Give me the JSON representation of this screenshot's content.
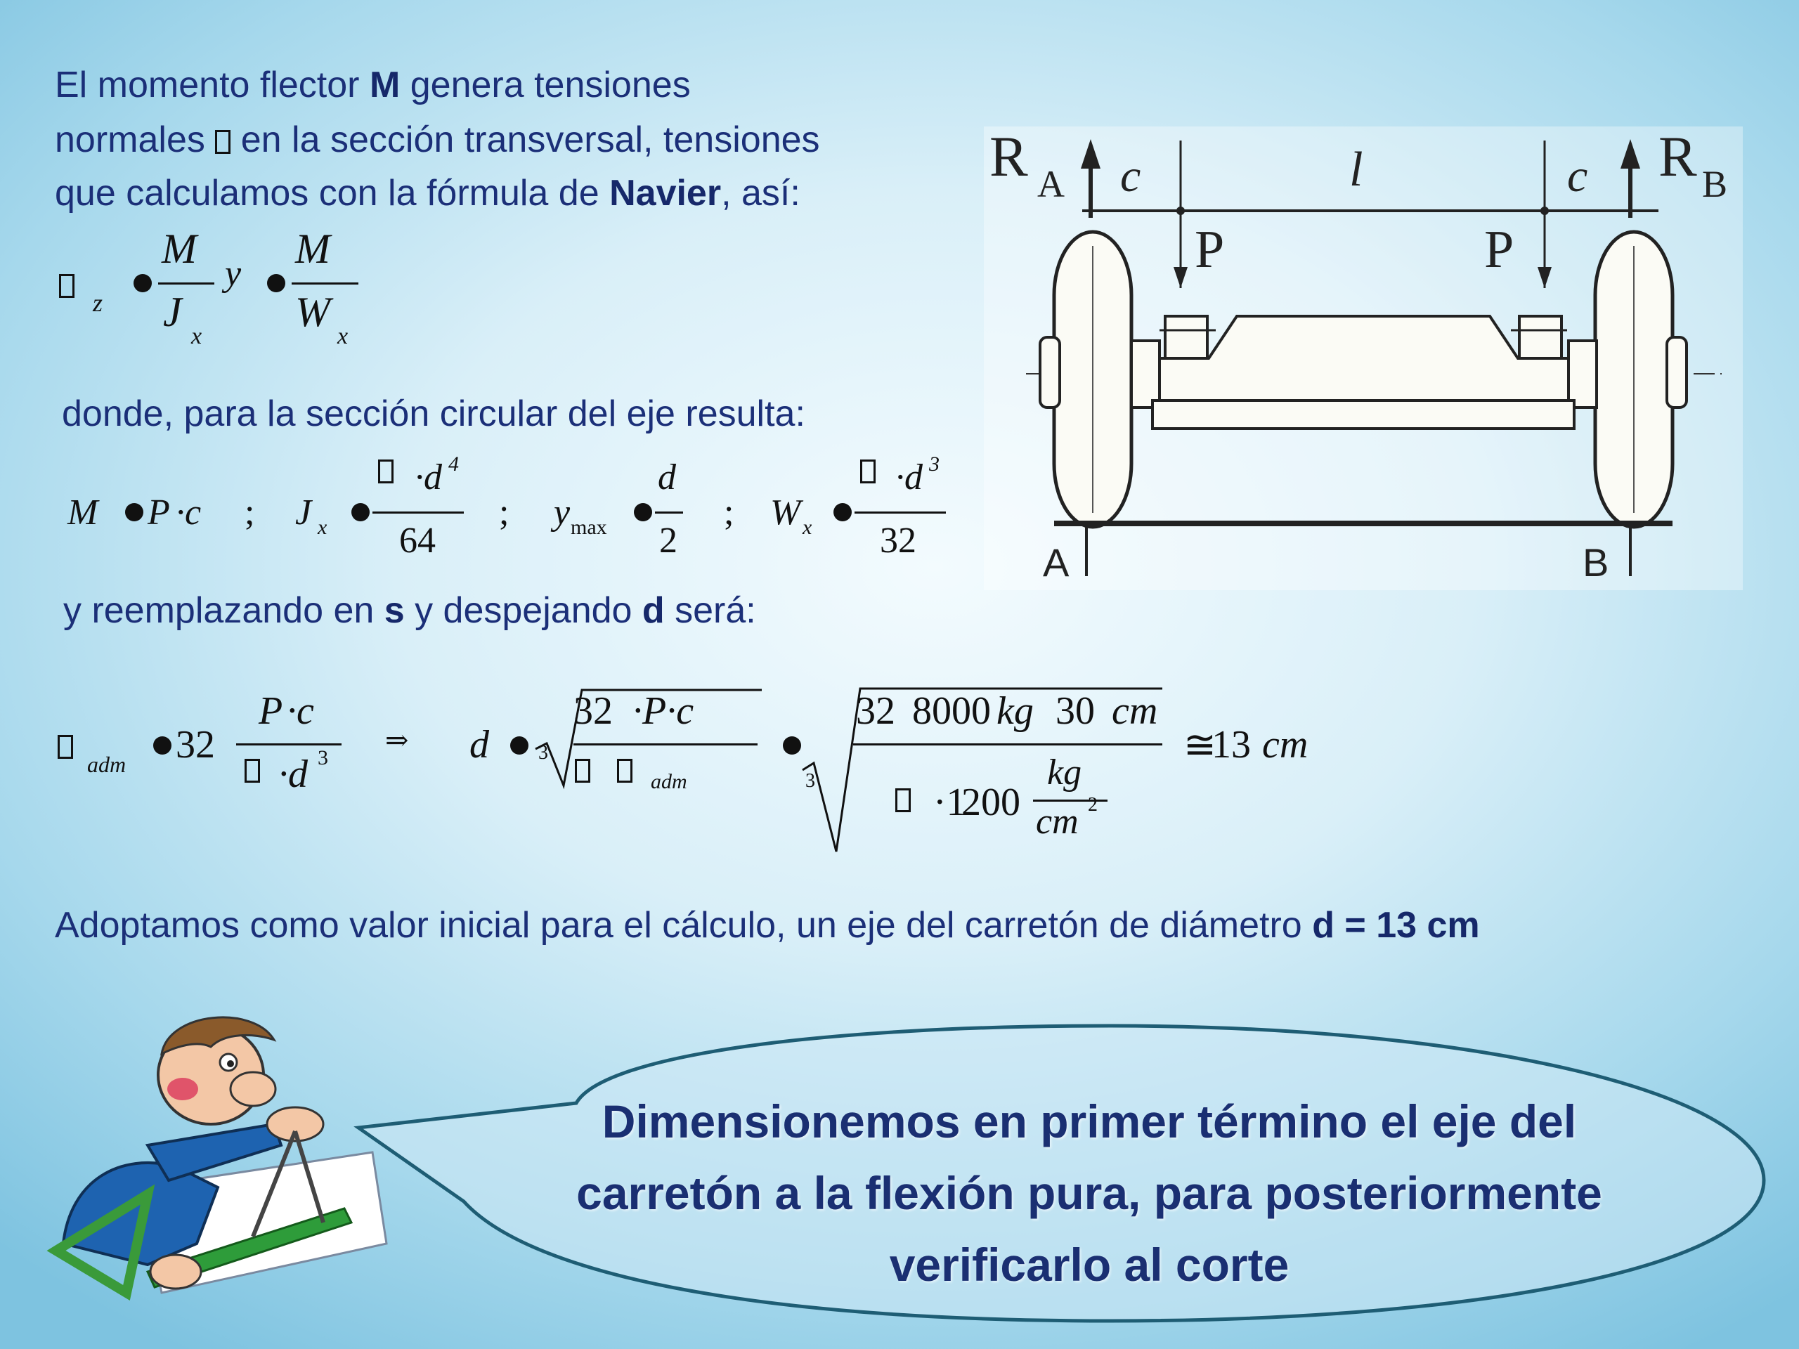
{
  "intro": {
    "line1_pre": "El momento flector ",
    "line1_bold": "M",
    "line1_post": " genera tensiones",
    "line2_pre": "normales ",
    "line2_post": " en la sección transversal, tensiones",
    "line3_pre": "que calculamos con la fórmula de ",
    "line3_bold": "Navier",
    "line3_post": ", así:"
  },
  "donde": "donde, para la sección circular del eje resulta:",
  "reemplazo": {
    "pre": "y reemplazando en ",
    "bold1": "s",
    "mid": " y despejando ",
    "bold2": "d",
    "post": " será:"
  },
  "adoptamos": {
    "pre": "Adoptamos como valor inicial para el cálculo, un eje del carretón de diámetro ",
    "bold": "d = 13 cm"
  },
  "formulas": {
    "f1": {
      "M": "M",
      "J": "J",
      "x": "x",
      "y": "y",
      "W": "W",
      "z": "z"
    },
    "f2": {
      "M": "M",
      "P": "P",
      "semi": ";",
      "J": "J",
      "x": "x",
      "four": "4",
      "sixtyfour": "64",
      "y": "y",
      "max": "max",
      "d": "d",
      "two": "2",
      "W": "W",
      "three": "3",
      "thirtytwo": "32"
    },
    "f3": {
      "adm": "adm",
      "thirtytwo": "32",
      "P": "P",
      "d": "d",
      "three": "3",
      "num2": "32",
      "rad_num": "32",
      "val8000": "8000",
      "kg": "kg",
      "val30": "30",
      "cm": "cm",
      "val1200": "200",
      "kg2": "kg",
      "cm2": "cm",
      "sq": "2",
      "result": "13",
      "unit": "cm"
    }
  },
  "diagram": {
    "RA": "R",
    "RA_sub": "A",
    "RB": "R",
    "RB_sub": "B",
    "c": "c",
    "l": "l",
    "P": "P",
    "A": "A",
    "B": "B"
  },
  "bubble": {
    "line1": "Dimensionemos en primer término el eje del",
    "line2": "carretón a la flexión pura, para posteriormente",
    "line3": "verificarlo al corte"
  }
}
